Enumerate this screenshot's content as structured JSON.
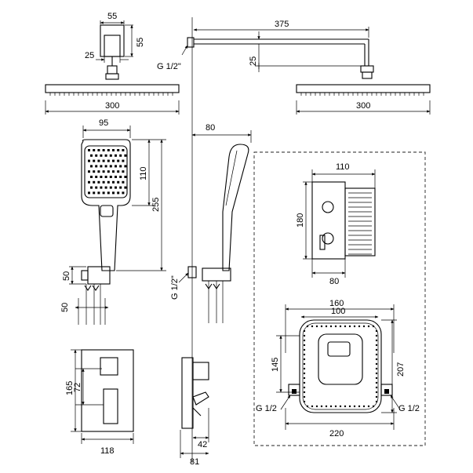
{
  "dimensions": {
    "bracket_width": "55",
    "bracket_height": "55",
    "bracket_offset": "25",
    "head_width_left": "300",
    "thread_top": "G 1/2\"",
    "arm_length": "375",
    "arm_drop": "25",
    "head_width_right": "300",
    "hand_width": "95",
    "hand_face_height": "110",
    "hand_total_height": "255",
    "holder_height": "50",
    "holder_width": "50",
    "hand_depth": "80",
    "thread_side": "G 1/2\"",
    "box_width": "110",
    "box_height": "180",
    "box_depth": "80",
    "frame_outer": "160",
    "frame_inner": "100",
    "frame_height": "145",
    "frame_total_height": "207",
    "frame_total_width": "220",
    "thread_left": "G 1/2",
    "thread_right": "G 1/2",
    "plate_height": "165",
    "lever_height": "72",
    "plate_width": "118",
    "plate_depth": "42",
    "plate_total_depth": "81"
  }
}
